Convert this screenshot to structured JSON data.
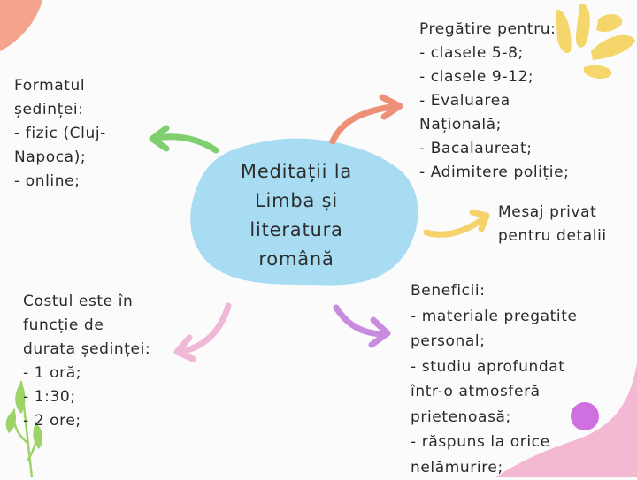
{
  "center": {
    "lines": [
      "Meditații la",
      "Limba și",
      "literatura",
      "română"
    ]
  },
  "format": {
    "lines": [
      "Formatul",
      "ședinței:",
      "- fizic (Cluj-",
      "Napoca);",
      "- online;"
    ]
  },
  "preparation": {
    "lines": [
      "Pregătire pentru:",
      "- clasele 5-8;",
      "- clasele 9-12;",
      "- Evaluarea",
      "Națională;",
      "- Bacalaureat;",
      "- Adimitere poliție;"
    ]
  },
  "message": {
    "lines": [
      "Mesaj privat",
      "pentru detalii"
    ]
  },
  "cost": {
    "lines": [
      "Costul este în",
      "funcție de",
      "durata ședinței:",
      "- 1 oră;",
      "- 1:30;",
      "- 2 ore;"
    ]
  },
  "benefits": {
    "lines": [
      "Beneficii:",
      "- materiale pregatite",
      "personal;",
      "- studiu aprofundat",
      "într-o atmosferă",
      "prietenoasă;",
      "- răspuns la orice",
      "nelămurire;"
    ]
  },
  "colors": {
    "blob": "#a8dcf3",
    "arrow_green": "#7fcf6f",
    "arrow_salmon": "#ee8f78",
    "arrow_yellow": "#f6d36a",
    "arrow_purple": "#c98be0",
    "arrow_pink": "#efb8d6",
    "accent_yellow": "#f5d66b",
    "accent_pink": "#f3b9d3",
    "accent_purple": "#cf6fe0"
  }
}
